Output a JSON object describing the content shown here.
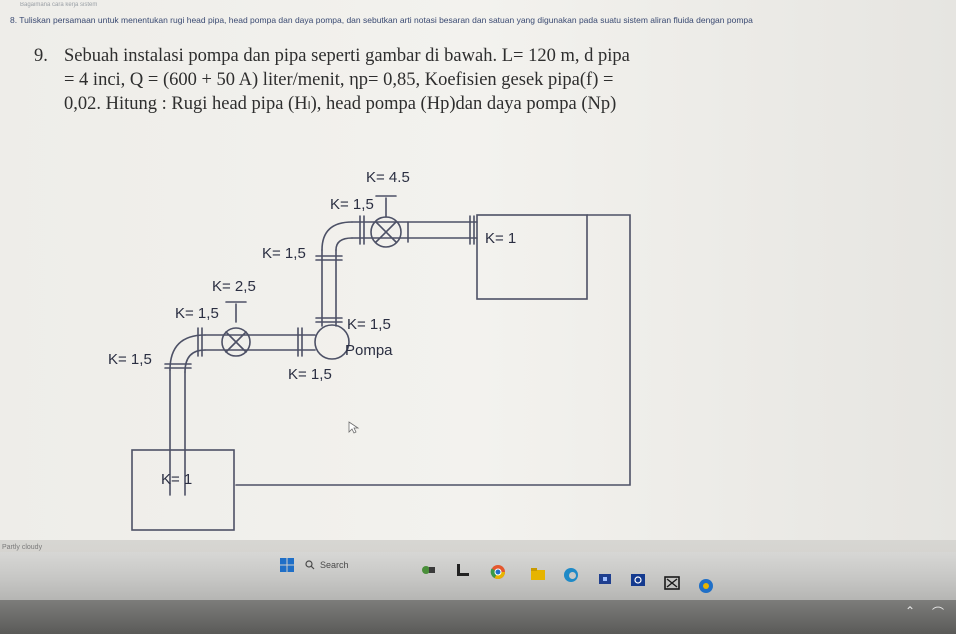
{
  "header_strip": "Bagaimana cara kerja sistem",
  "question8": "8. Tuliskan persamaan untuk menentukan rugi head pipa, head pompa dan daya pompa, dan sebutkan arti notasi besaran dan satuan yang digunakan pada suatu sistem aliran fluida dengan pompa",
  "question9": {
    "number": "9.",
    "line1": "Sebuah instalasi pompa dan pipa seperti gambar di bawah.  L= 120 m, d pipa",
    "line2": "= 4 inci, Q = (600 + 50 A) liter/menit, ηp= 0,85,  Koefisien gesek pipa(f) =",
    "line3": "0,02. Hitung : Rugi head pipa (Hₗ), head pompa (Hp)dan daya pompa (Np)"
  },
  "diagram": {
    "k_top": "K= 4.5",
    "k_valve_top": "K= 1,5",
    "k_tank_top": "K= 1",
    "k_elbow_upper": "K= 1,5",
    "k_valve_low_upper": "K= 2,5",
    "k_valve_low": "K= 1,5",
    "k_pump": "K= 1,5",
    "pump_label": "Pompa",
    "k_elbow_lower": "K= 1,5",
    "k_pipe_lower": "K= 1,5",
    "k_tank_bottom": "K= 1"
  },
  "taskbar": {
    "weather": "Partly cloudy",
    "search_label": "Search"
  },
  "colors": {
    "pipe_stroke": "#4d5166",
    "label_color": "#2b2f42",
    "accent_blue": "#1f6fc7",
    "accent_yellow": "#e6b400"
  }
}
